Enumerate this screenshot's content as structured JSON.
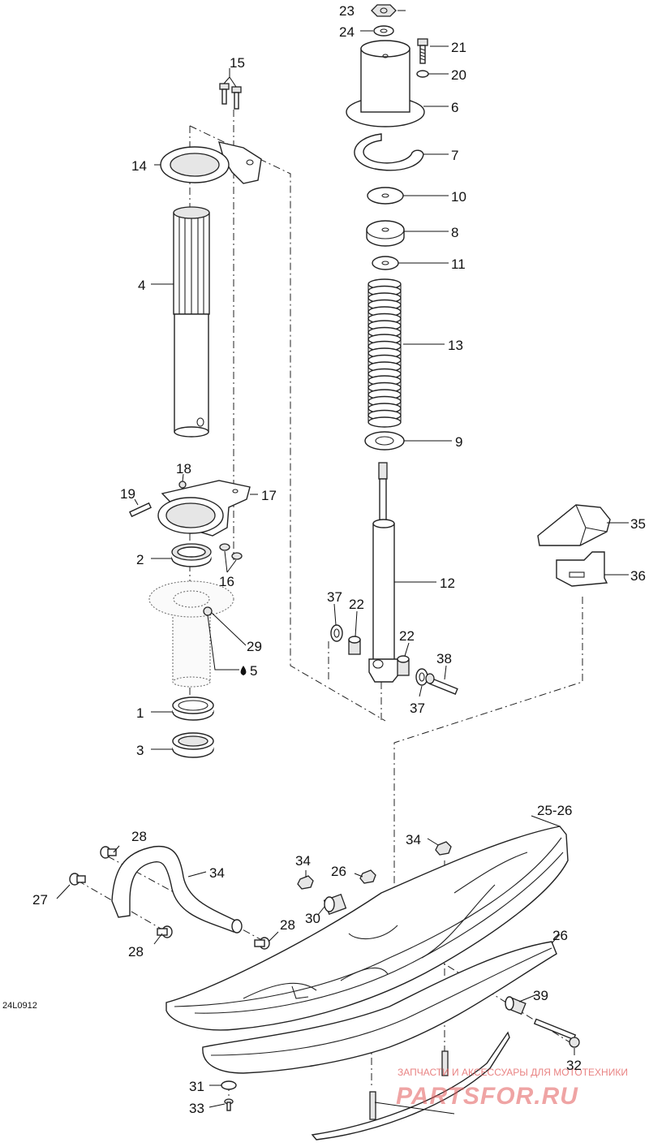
{
  "drawing": {
    "reference_code": "24L0912",
    "callouts": [
      "23",
      "24",
      "21",
      "20",
      "6",
      "7",
      "10",
      "8",
      "11",
      "13",
      "9",
      "12",
      "15",
      "14",
      "4",
      "18",
      "19",
      "17",
      "2",
      "16",
      "29",
      "5",
      "1",
      "3",
      "37",
      "22",
      "22",
      "38",
      "37",
      "35",
      "36",
      "25-26",
      "28",
      "27",
      "28",
      "28",
      "34",
      "34",
      "26",
      "34",
      "30",
      "26",
      "39",
      "32",
      "31",
      "33"
    ]
  },
  "watermark": {
    "line1": "ЗАПЧАСТИ И АКСЕССУАРЫ ДЛЯ МОТОТЕХНИКИ",
    "line2": "PARTSFOR.RU"
  }
}
